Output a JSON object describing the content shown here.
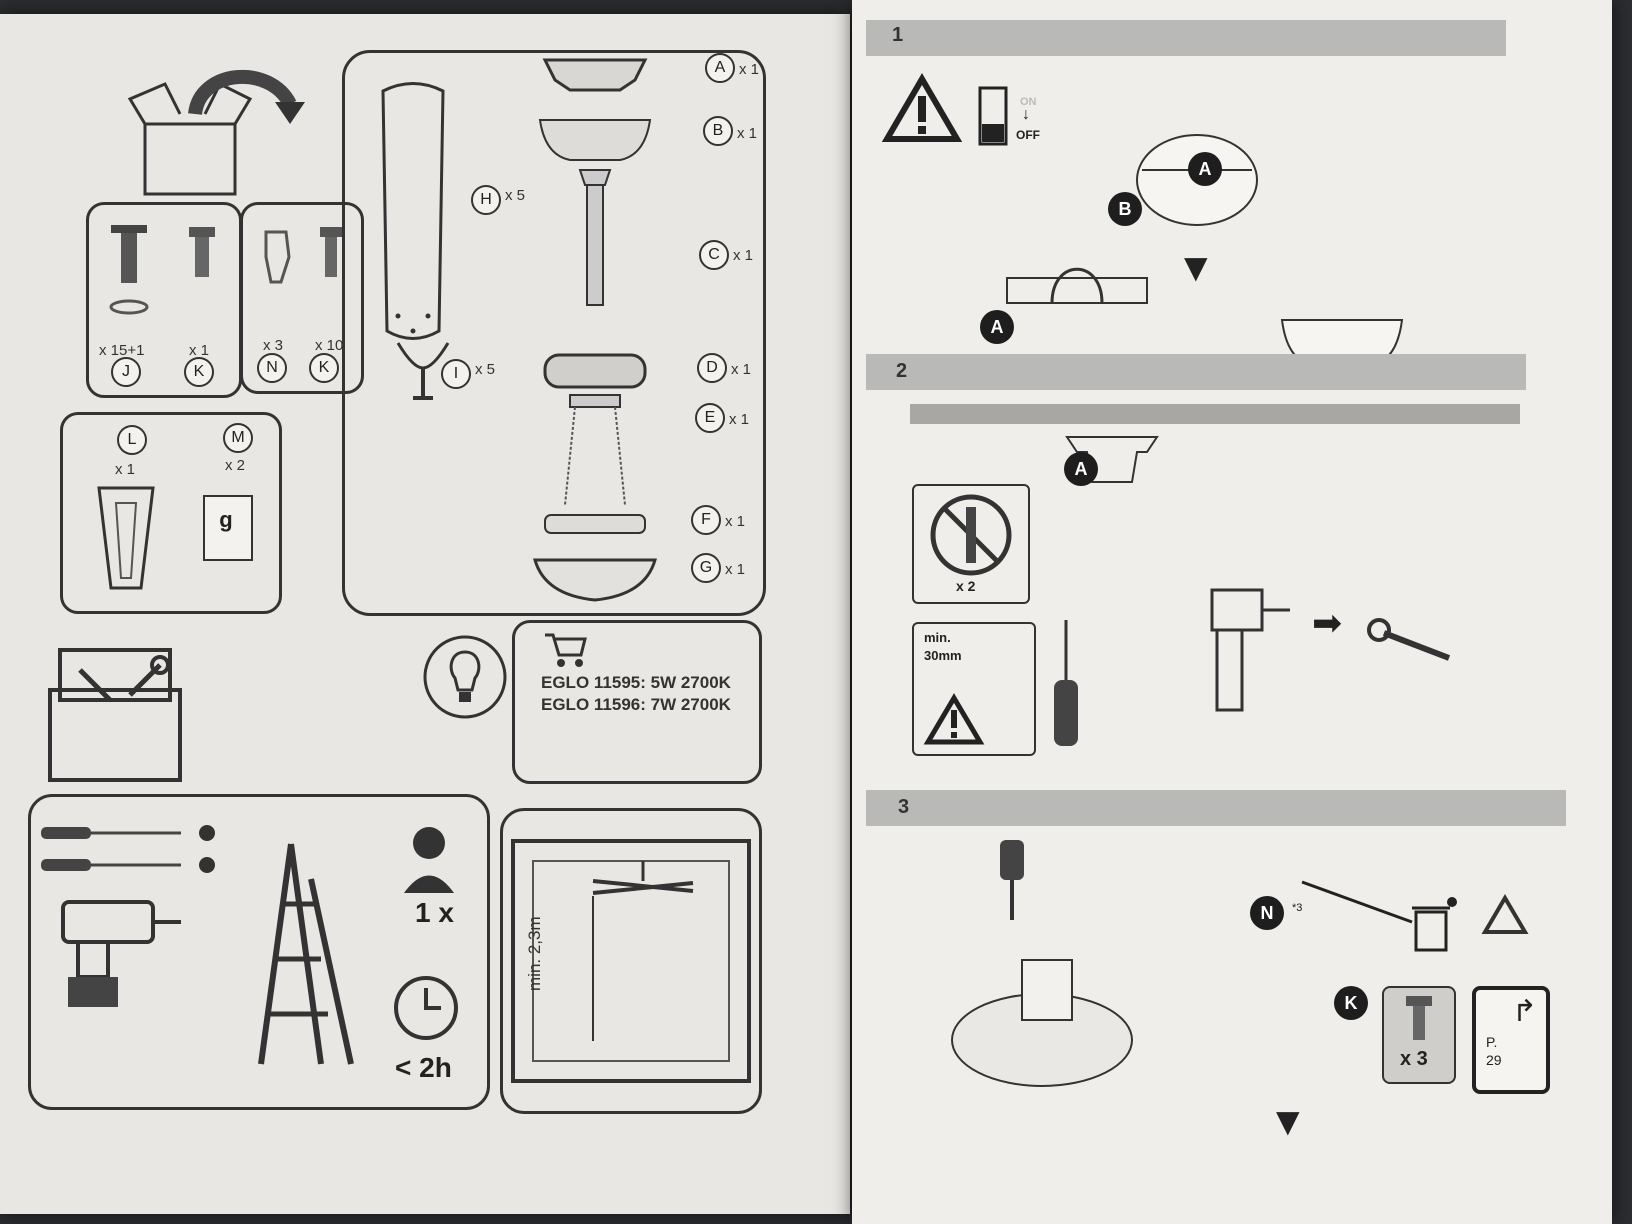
{
  "left": {
    "hardware": {
      "J": {
        "letter": "J",
        "qty": "x 15+1"
      },
      "K1": {
        "letter": "K",
        "qty": "x 1"
      },
      "N": {
        "letter": "N",
        "qty": "x 3"
      },
      "K2": {
        "letter": "K",
        "qty": "x 10"
      },
      "L": {
        "letter": "L",
        "qty": "x 1"
      },
      "M": {
        "letter": "M",
        "qty": "x 2"
      },
      "M_glyph": "g"
    },
    "parts": [
      {
        "letter": "A",
        "qty": "x 1"
      },
      {
        "letter": "B",
        "qty": "x 1"
      },
      {
        "letter": "C",
        "qty": "x 1"
      },
      {
        "letter": "D",
        "qty": "x 1"
      },
      {
        "letter": "E",
        "qty": "x 1"
      },
      {
        "letter": "F",
        "qty": "x 1"
      },
      {
        "letter": "G",
        "qty": "x 1"
      },
      {
        "letter": "H",
        "qty": "x 5"
      },
      {
        "letter": "I",
        "qty": "x 5"
      }
    ],
    "bulbs": {
      "line1": "EGLO 11595: 5W 2700K",
      "line2": "EGLO 11596: 7W 2700K"
    },
    "installers": "1 x",
    "time": "< 2h",
    "min_height": "min. 2,3m"
  },
  "right": {
    "step1": {
      "number": "1",
      "switch_on": "ON",
      "switch_off": "OFF",
      "label_a": "A",
      "label_b": "B"
    },
    "step2": {
      "number": "2",
      "label_a": "A",
      "x2": "x 2",
      "min_text": "min.",
      "min_value": "30mm"
    },
    "step3": {
      "number": "3",
      "label_n": "N",
      "n_qty": "*3",
      "label_k": "K",
      "k_qty": "x 3",
      "page_ref_p": "P.",
      "page_ref_num": "29"
    }
  }
}
